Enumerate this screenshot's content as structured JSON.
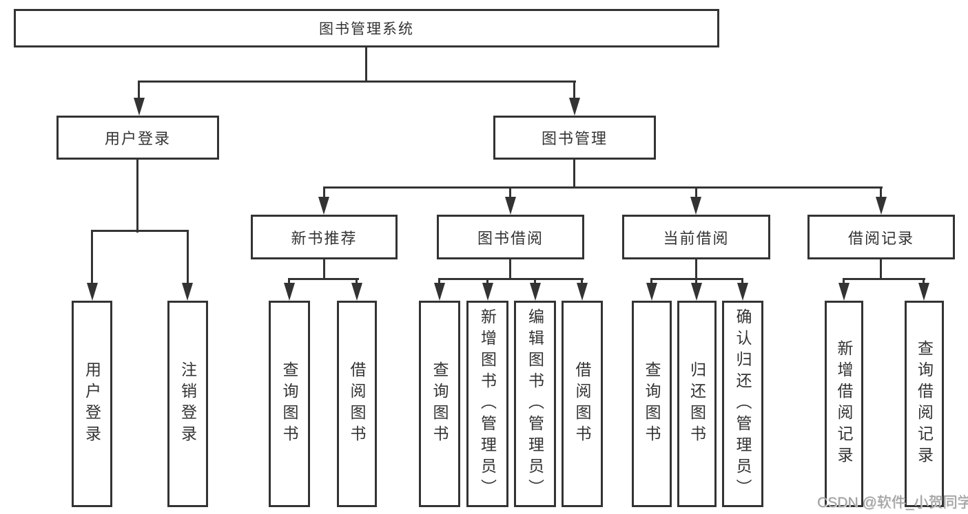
{
  "tree": {
    "root": {
      "label": "图书管理系统"
    },
    "branches": [
      {
        "label": "用户登录",
        "children": [
          "用户登录",
          "注销登录"
        ]
      },
      {
        "label": "图书管理",
        "children": [
          {
            "label": "新书推荐",
            "children": [
              "查询图书",
              "借阅图书"
            ]
          },
          {
            "label": "图书借阅",
            "children": [
              "查询图书",
              "新增图书（管理员）",
              "编辑图书（管理员）",
              "借阅图书"
            ]
          },
          {
            "label": "当前借阅",
            "children": [
              "查询图书",
              "归还图书",
              "确认归还（管理员）"
            ]
          },
          {
            "label": "借阅记录",
            "children": [
              "新增借阅记录",
              "查询借阅记录"
            ]
          }
        ]
      }
    ]
  },
  "watermark": {
    "text": "CSDN @软件_小贺同学"
  },
  "colors": {
    "line": "#333333",
    "text": "#333333",
    "background": "#ffffff",
    "watermark": "#9f9f9f"
  }
}
